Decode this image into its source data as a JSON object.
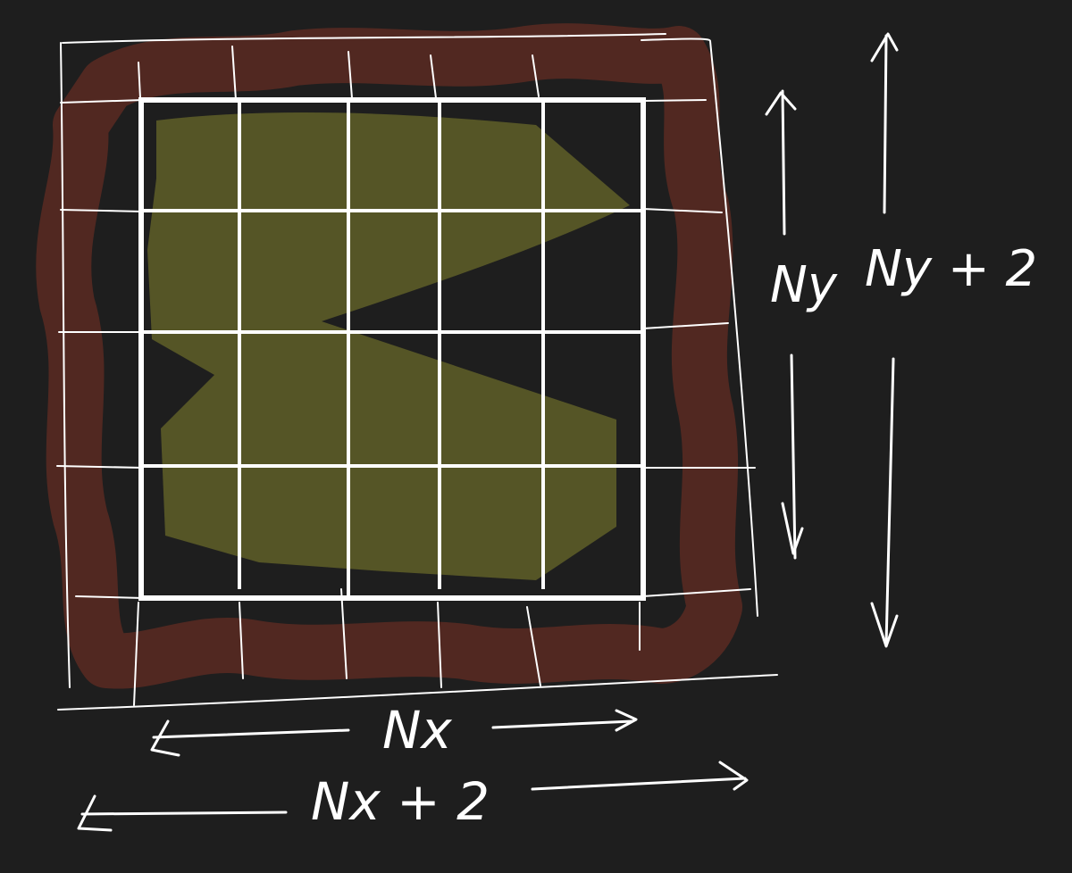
{
  "labels": {
    "ny": "Ny",
    "ny_plus_2": "Ny + 2",
    "nx": "Nx",
    "nx_plus_2": "Nx + 2"
  },
  "colors": {
    "background": "#1e1e1e",
    "ghost_band": "#5a2a22",
    "interior_fill": "#6b6b2a",
    "grid_lines": "#ffffff",
    "pen": "#ffffff"
  },
  "grid": {
    "interior_columns": 5,
    "interior_rows": 4,
    "total_columns": 7,
    "total_rows": 6
  }
}
